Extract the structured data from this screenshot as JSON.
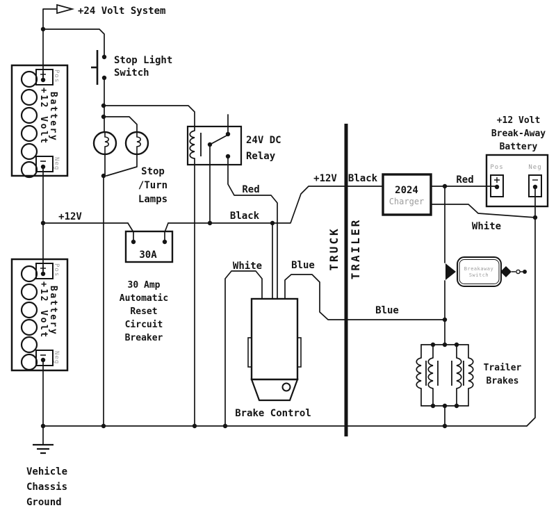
{
  "system": {
    "label": "+24 Volt System"
  },
  "stop_light_switch": {
    "lines": [
      "Stop Light",
      "Switch"
    ]
  },
  "battery": {
    "title": [
      "+12 Volt",
      "Battery"
    ],
    "pos": "Pos",
    "neg": "Neg"
  },
  "lamps": {
    "lines": [
      "Stop",
      "/Turn",
      "Lamps"
    ]
  },
  "relay": {
    "lines": [
      "24V DC",
      "Relay"
    ]
  },
  "breaker": {
    "value": "30A",
    "lines": [
      "30 Amp",
      "Automatic",
      "Reset",
      "Circuit",
      "Breaker"
    ]
  },
  "wires": {
    "plus12_left": "+12V",
    "red_left": "Red",
    "black_left": "Black",
    "white_left": "White",
    "blue_left": "Blue",
    "plus12_mid": "+12V",
    "black_mid": "Black",
    "red_right": "Red",
    "white_right": "White",
    "blue_right": "Blue"
  },
  "divider": {
    "truck": "TRUCK",
    "trailer": "TRAILER"
  },
  "charger": {
    "model": "2024",
    "name": "Charger"
  },
  "breakaway_battery": {
    "title": [
      "+12 Volt",
      "Break-Away",
      "Battery"
    ],
    "pos": "Pos",
    "neg": "Neg"
  },
  "breakaway_switch": {
    "lines": [
      "Breakaway",
      "Switch"
    ]
  },
  "trailer_brakes": {
    "lines": [
      "Trailer",
      "Brakes"
    ]
  },
  "brake_control": {
    "label": "Brake Control"
  },
  "ground": {
    "lines": [
      "Vehicle",
      "Chassis",
      "Ground"
    ]
  }
}
